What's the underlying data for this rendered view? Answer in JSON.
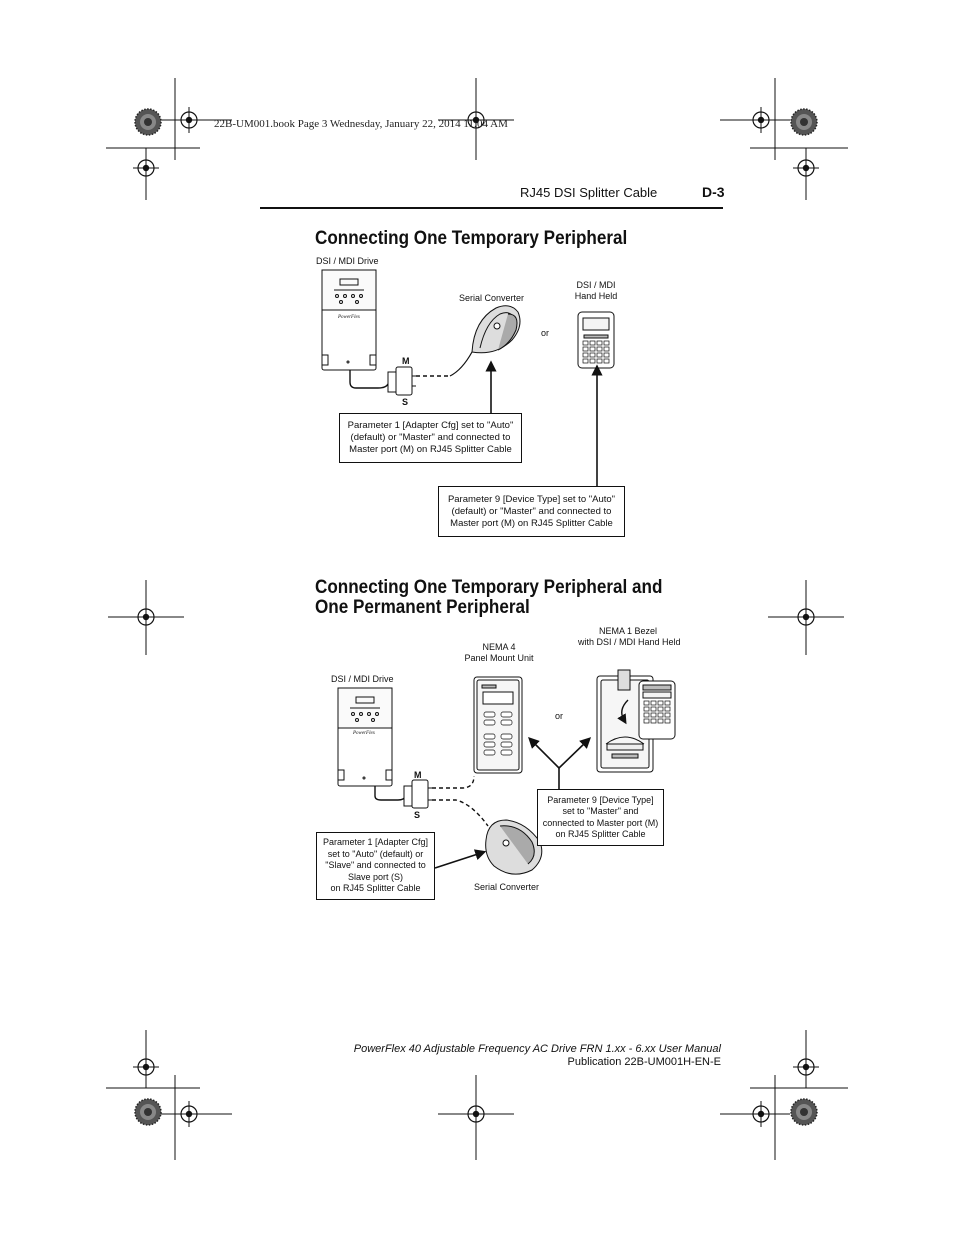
{
  "print_mark": "22B-UM001.book  Page 3  Wednesday, January 22, 2014  11:04 AM",
  "header": {
    "section": "RJ45 DSI Splitter Cable",
    "page": "D-3"
  },
  "section1": {
    "title": "Connecting One Temporary Peripheral",
    "drive_label": "DSI / MDI Drive",
    "converter_label": "Serial Converter",
    "handheld_label": [
      "DSI  / MDI",
      "Hand Held"
    ],
    "or": "or",
    "port_m": "M",
    "port_s": "S",
    "callout1": [
      "Parameter 1 [Adapter Cfg] set to \"Auto\"",
      "(default) or \"Master\" and connected to",
      "Master port (M) on RJ45 Splitter Cable"
    ],
    "callout2": [
      "Parameter 9 [Device Type] set to \"Auto\"",
      "(default) or \"Master\" and connected to",
      "Master port (M) on RJ45 Splitter Cable"
    ]
  },
  "section2": {
    "title_line1": "Connecting One Temporary Peripheral and",
    "title_line2": "One Permanent Peripheral",
    "drive_label": "DSI / MDI Drive",
    "nema4_label": [
      "NEMA 4",
      "Panel Mount Unit"
    ],
    "nema1_label": [
      "NEMA 1 Bezel",
      "with DSI / MDI Hand Held"
    ],
    "or": "or",
    "port_m": "M",
    "port_s": "S",
    "converter_label": "Serial Converter",
    "callout_left": [
      "Parameter 1 [Adapter Cfg]",
      "set to \"Auto\" (default) or",
      "\"Slave\" and connected to",
      "Slave port (S)",
      "on RJ45 Splitter Cable"
    ],
    "callout_right": [
      "Parameter 9 [Device Type]",
      "set to \"Master\" and",
      "connected to Master port (M)",
      "on RJ45 Splitter Cable"
    ]
  },
  "footer": {
    "title": "PowerFlex 40 Adjustable Frequency AC Drive FRN 1.xx - 6.xx User Manual",
    "publication": "Publication 22B-UM001H-EN-E"
  }
}
